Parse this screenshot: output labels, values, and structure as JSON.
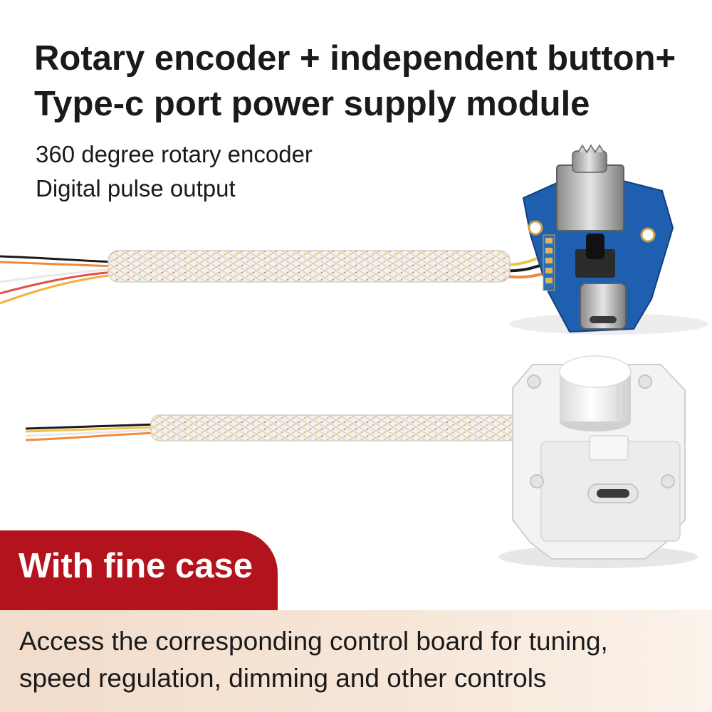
{
  "headline": {
    "line1": "Rotary encoder + independent button+",
    "line2": "Type-c port power supply module"
  },
  "subtitle": {
    "line1": "360 degree rotary encoder",
    "line2": "Digital pulse output"
  },
  "banner": {
    "label": "With fine case",
    "color": "#b3131c"
  },
  "footer": {
    "line1": "Access the corresponding control board for tuning,",
    "line2": "speed regulation, dimming and other controls"
  },
  "images": {
    "top": "encoder-pcb-module-with-braided-cable",
    "bottom": "encoder-module-white-case-with-braided-cable"
  },
  "colors": {
    "pcb": "#1f5fb0",
    "case": "#f2f2f2",
    "accent": "#b3131c"
  }
}
